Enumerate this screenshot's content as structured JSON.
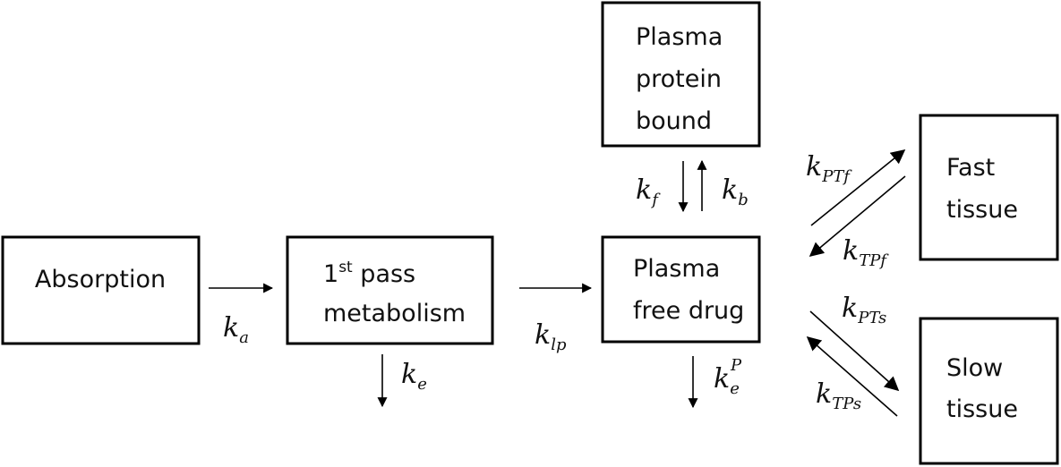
{
  "boxes": {
    "absorption": {
      "label": "Absorption"
    },
    "first_pass": {
      "label_num": "1",
      "label_sup": "st",
      "label_rest": " pass",
      "label_line2": "metabolism"
    },
    "plasma_bound": {
      "line1": "Plasma",
      "line2": "protein",
      "line3": "bound"
    },
    "plasma_free": {
      "line1": "Plasma",
      "line2": "free drug"
    },
    "fast_tissue": {
      "line1": "Fast",
      "line2": "tissue"
    },
    "slow_tissue": {
      "line1": "Slow",
      "line2": "tissue"
    }
  },
  "rates": {
    "ka": {
      "base": "k",
      "sub": "a"
    },
    "ke": {
      "base": "k",
      "sub": "e"
    },
    "klp": {
      "base": "k",
      "sub": "lp"
    },
    "keP": {
      "base": "k",
      "sub": "e",
      "sup": "P"
    },
    "kf": {
      "base": "k",
      "sub": "f"
    },
    "kb": {
      "base": "k",
      "sub": "b"
    },
    "kPTf": {
      "base": "k",
      "sub": "PTf"
    },
    "kTPf": {
      "base": "k",
      "sub": "TPf"
    },
    "kPTs": {
      "base": "k",
      "sub": "PTs"
    },
    "kTPs": {
      "base": "k",
      "sub": "TPs"
    }
  }
}
